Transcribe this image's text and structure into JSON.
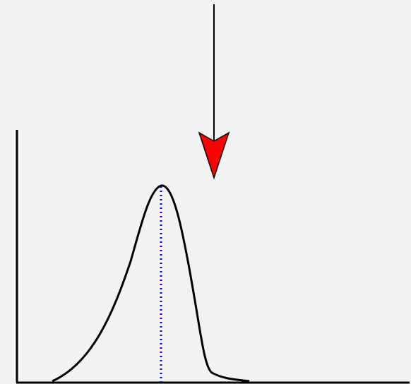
{
  "colors": {
    "background": "#f2f2f2",
    "axis": "#000000",
    "curve": "#000000",
    "peak_line": "#0000ff",
    "arrow_head": "#ff0000",
    "arrow_shaft": "#000000"
  },
  "diagram": {
    "elements": [
      "axes",
      "skewed-distribution-curve",
      "dotted-peak-line",
      "downward-arrow"
    ]
  }
}
